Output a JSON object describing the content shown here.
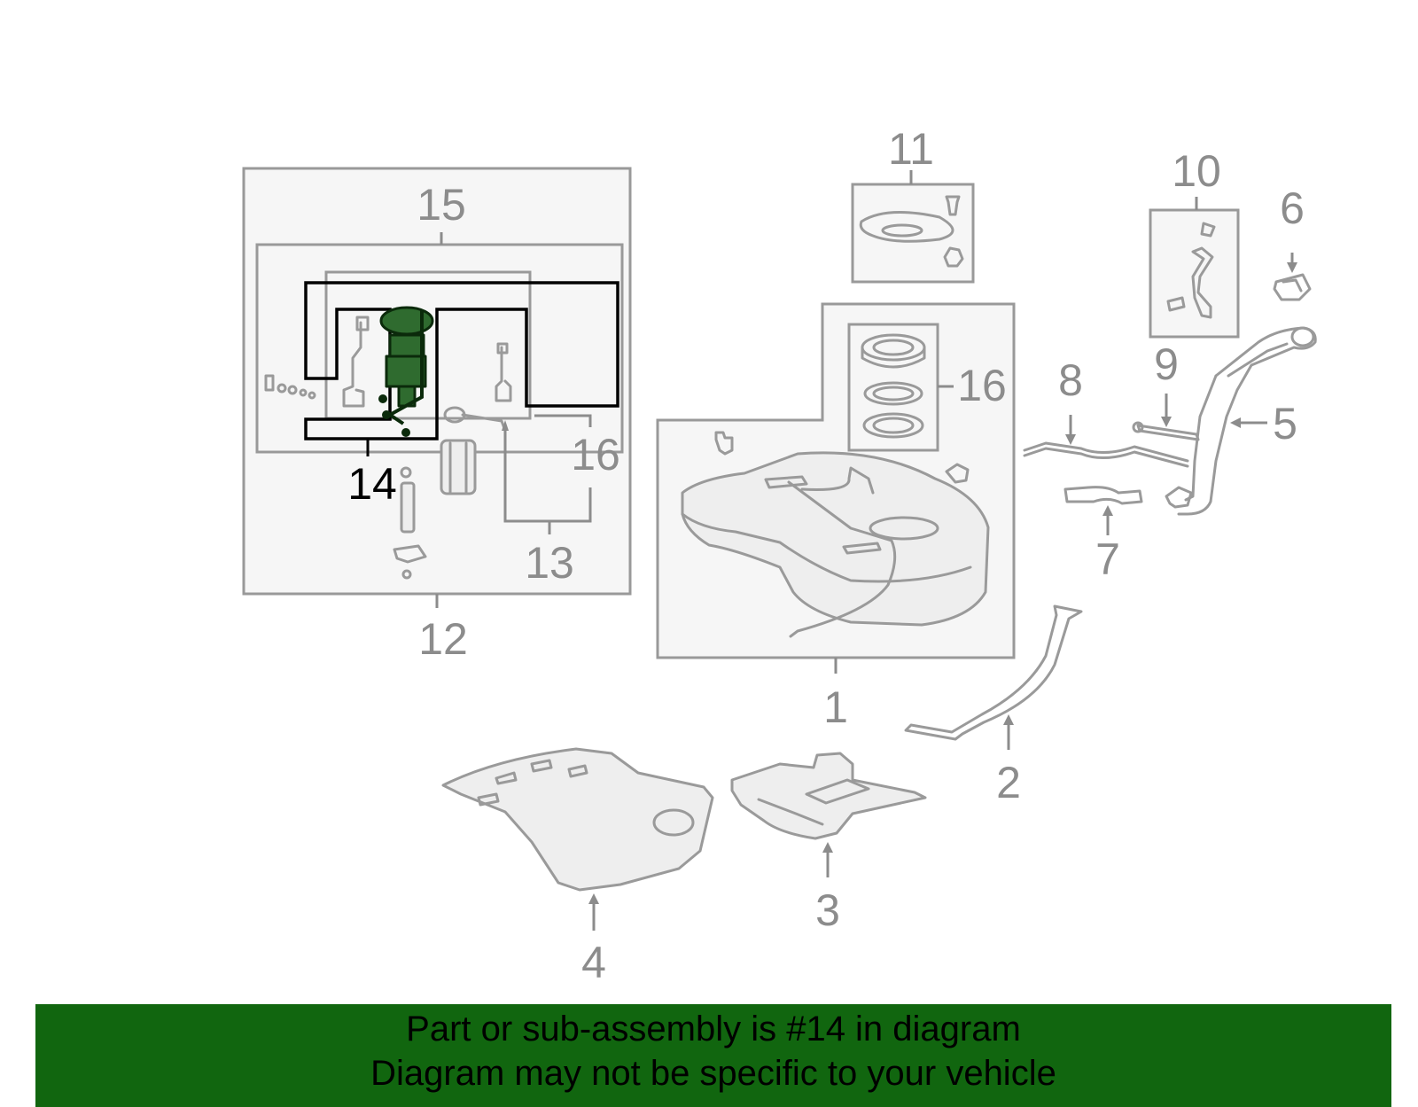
{
  "colors": {
    "highlight_fill": "#2f6b2f",
    "banner_bg": "#11660f",
    "part_stroke": "#9a9a9a",
    "box_fill": "#f6f6f6"
  },
  "diagram": {
    "highlighted_callout": "14",
    "callouts": {
      "c1": "1",
      "c2": "2",
      "c3": "3",
      "c4": "4",
      "c5": "5",
      "c6": "6",
      "c7": "7",
      "c8": "8",
      "c9": "9",
      "c10": "10",
      "c11": "11",
      "c12": "12",
      "c13": "13",
      "c14": "14",
      "c15": "15",
      "c16a": "16",
      "c16b": "16"
    }
  },
  "banner": {
    "line1": "Part or sub-assembly is #14 in diagram",
    "line2": "Diagram may not be specific to your vehicle"
  }
}
